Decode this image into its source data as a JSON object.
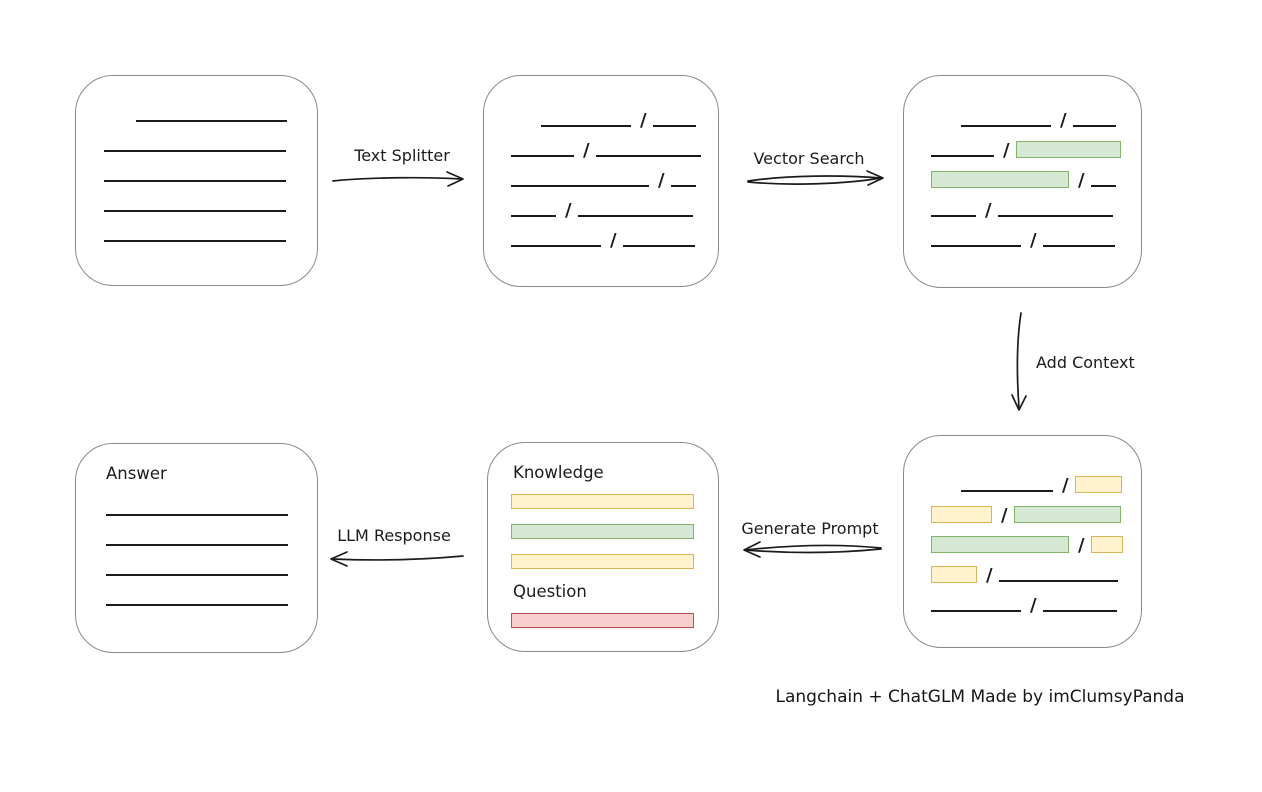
{
  "caption": "Langchain + ChatGLM Made by imClumsyPanda",
  "glyphs": {
    "slash": "/"
  },
  "colors": {
    "box_border": "#8a8a8a",
    "line": "#1b1b1b",
    "yellow_fill": "#fff2cc",
    "yellow_border": "#d6b656",
    "green_fill": "#d5e8d4",
    "green_border": "#82b366",
    "red_fill": "#f8cecc",
    "red_border": "#b85450"
  },
  "arrows": {
    "text_splitter": {
      "label": "Text Splitter",
      "direction": "right"
    },
    "vector_search": {
      "label": "Vector Search",
      "direction": "right"
    },
    "add_context": {
      "label": "Add Context",
      "direction": "down"
    },
    "generate_prompt": {
      "label": "Generate Prompt",
      "direction": "left"
    },
    "llm_response": {
      "label": "LLM Response",
      "direction": "left"
    }
  },
  "boxes": {
    "document": {
      "rows": [
        {
          "indent": 32,
          "segs": [
            {
              "kind": "line",
              "w": 151
            }
          ]
        },
        {
          "indent": 0,
          "segs": [
            {
              "kind": "line",
              "w": 182
            }
          ]
        },
        {
          "indent": 0,
          "segs": [
            {
              "kind": "line",
              "w": 182
            }
          ]
        },
        {
          "indent": 0,
          "segs": [
            {
              "kind": "line",
              "w": 182
            }
          ]
        },
        {
          "indent": 0,
          "segs": [
            {
              "kind": "line",
              "w": 182
            }
          ]
        }
      ]
    },
    "chunks": {
      "rows": [
        {
          "indent": 30,
          "segs": [
            {
              "kind": "line",
              "w": 90
            },
            {
              "kind": "line",
              "w": 43
            }
          ]
        },
        {
          "indent": 0,
          "segs": [
            {
              "kind": "line",
              "w": 63
            },
            {
              "kind": "line",
              "w": 105
            }
          ]
        },
        {
          "indent": 0,
          "segs": [
            {
              "kind": "line",
              "w": 138
            },
            {
              "kind": "line",
              "w": 25
            }
          ]
        },
        {
          "indent": 0,
          "segs": [
            {
              "kind": "line",
              "w": 45
            },
            {
              "kind": "line",
              "w": 115
            }
          ]
        },
        {
          "indent": 0,
          "segs": [
            {
              "kind": "line",
              "w": 90
            },
            {
              "kind": "line",
              "w": 72
            }
          ]
        }
      ]
    },
    "matched_chunks": {
      "rows": [
        {
          "indent": 30,
          "segs": [
            {
              "kind": "line",
              "w": 90
            },
            {
              "kind": "line",
              "w": 43
            }
          ]
        },
        {
          "indent": 0,
          "segs": [
            {
              "kind": "line",
              "w": 63
            },
            {
              "kind": "green",
              "w": 105
            }
          ]
        },
        {
          "indent": 0,
          "segs": [
            {
              "kind": "green",
              "w": 138
            },
            {
              "kind": "line",
              "w": 25
            }
          ]
        },
        {
          "indent": 0,
          "segs": [
            {
              "kind": "line",
              "w": 45
            },
            {
              "kind": "line",
              "w": 115
            }
          ]
        },
        {
          "indent": 0,
          "segs": [
            {
              "kind": "line",
              "w": 90
            },
            {
              "kind": "line",
              "w": 72
            }
          ]
        }
      ]
    },
    "context": {
      "rows": [
        {
          "indent": 30,
          "segs": [
            {
              "kind": "line",
              "w": 92
            },
            {
              "kind": "yellow",
              "w": 47
            }
          ]
        },
        {
          "indent": 0,
          "segs": [
            {
              "kind": "yellow",
              "w": 61
            },
            {
              "kind": "green",
              "w": 107
            }
          ]
        },
        {
          "indent": 0,
          "segs": [
            {
              "kind": "green",
              "w": 138
            },
            {
              "kind": "yellow",
              "w": 32
            }
          ]
        },
        {
          "indent": 0,
          "segs": [
            {
              "kind": "yellow",
              "w": 46
            },
            {
              "kind": "line",
              "w": 119
            }
          ]
        },
        {
          "indent": 0,
          "segs": [
            {
              "kind": "line",
              "w": 90
            },
            {
              "kind": "line",
              "w": 74
            }
          ]
        }
      ]
    },
    "prompt": {
      "knowledge_label": "Knowledge",
      "question_label": "Question",
      "knowledge_bars": [
        "yellow",
        "green",
        "yellow"
      ],
      "question_bars": [
        "red"
      ]
    },
    "answer": {
      "title": "Answer",
      "rows": [
        {
          "indent": 0,
          "segs": [
            {
              "kind": "line",
              "w": 182
            }
          ]
        },
        {
          "indent": 0,
          "segs": [
            {
              "kind": "line",
              "w": 182
            }
          ]
        },
        {
          "indent": 0,
          "segs": [
            {
              "kind": "line",
              "w": 182
            }
          ]
        },
        {
          "indent": 0,
          "segs": [
            {
              "kind": "line",
              "w": 182
            }
          ]
        }
      ]
    }
  }
}
